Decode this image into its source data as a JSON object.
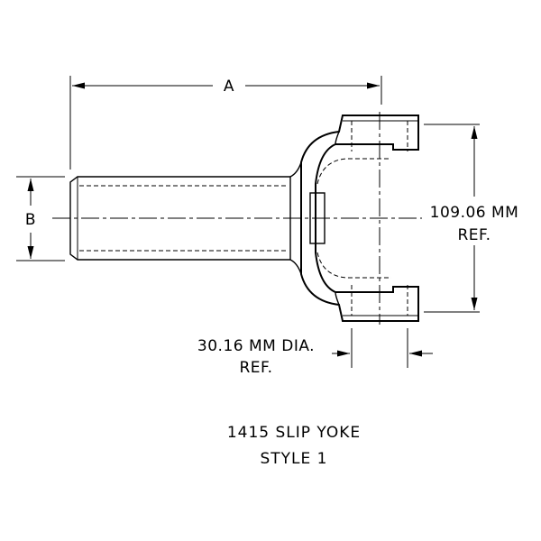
{
  "dimensions": {
    "a_label": "A",
    "b_label": "B",
    "span_value": "109.06 MM",
    "span_ref": "REF.",
    "cap_value": "30.16 MM DIA.",
    "cap_ref": "REF."
  },
  "caption": {
    "line1": "1415 SLIP YOKE",
    "line2": "STYLE 1"
  }
}
